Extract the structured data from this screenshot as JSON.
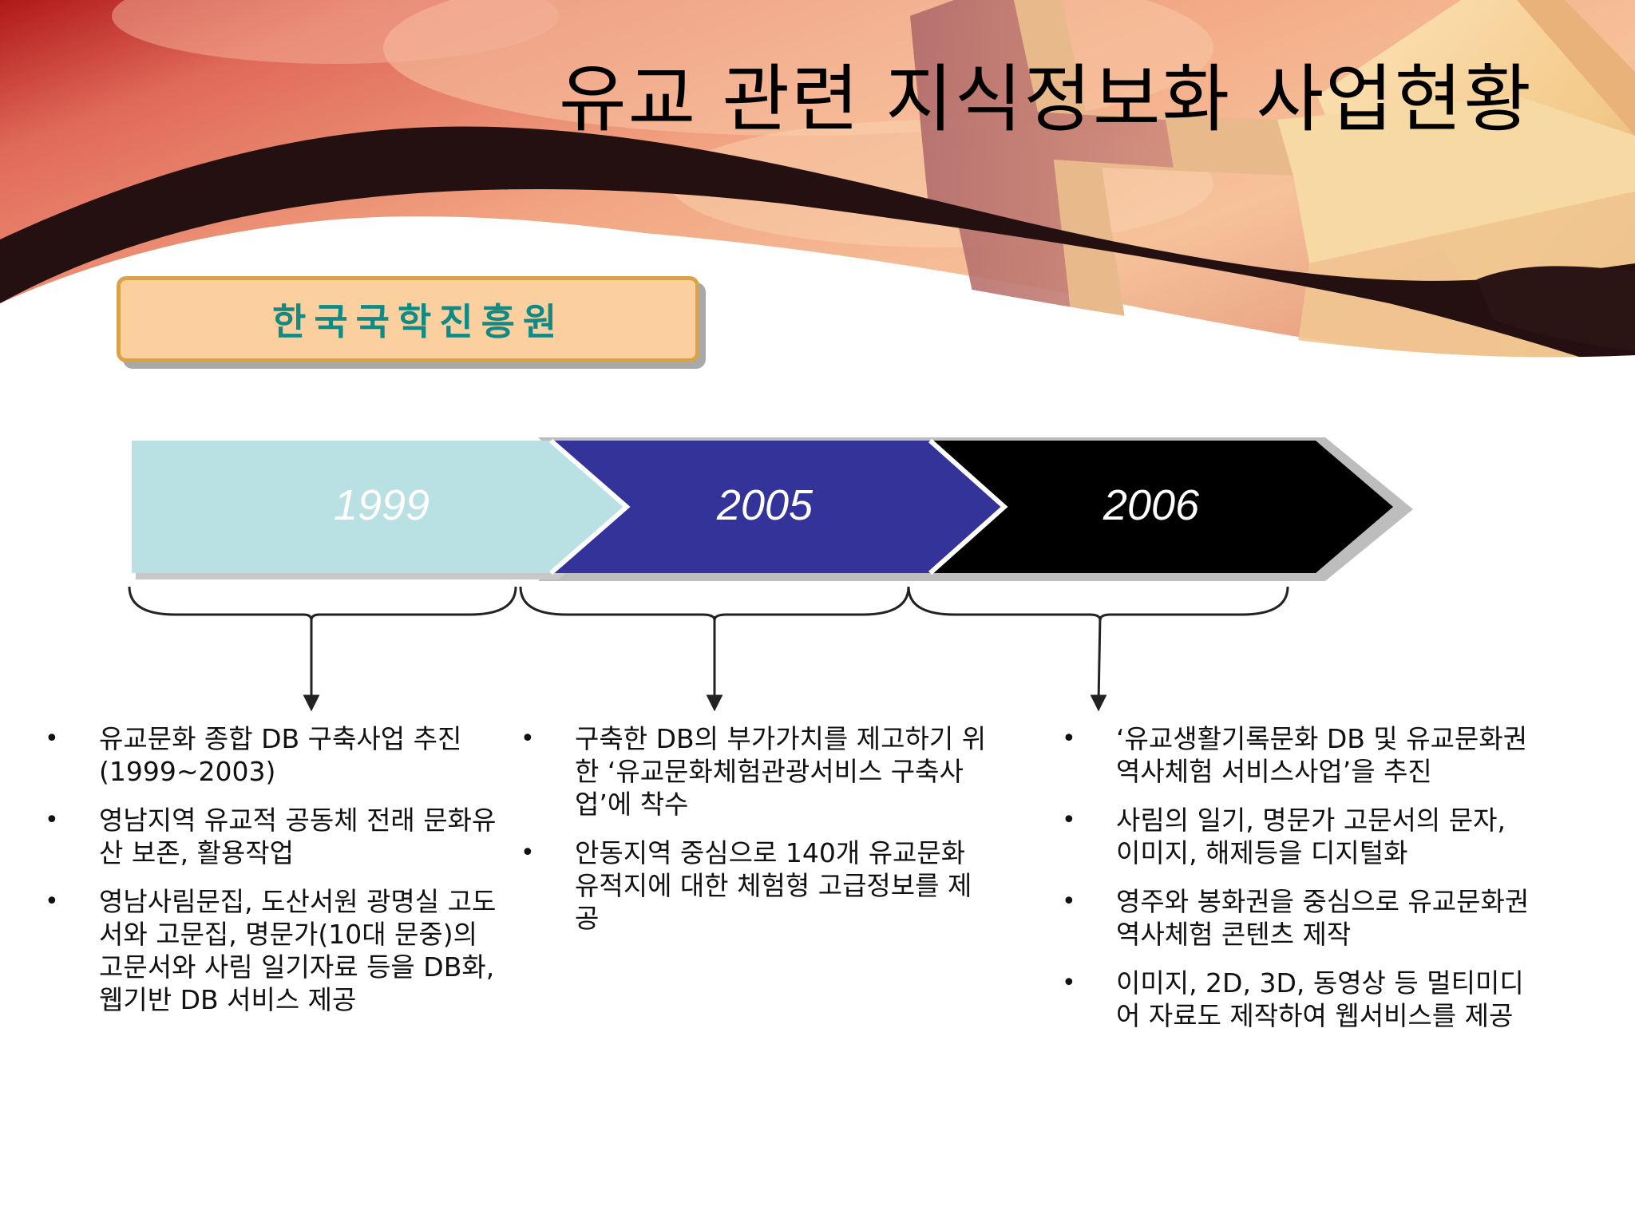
{
  "slide": {
    "title": "유교 관련 지식정보화 사업현황",
    "organization": "한국국학진흥원"
  },
  "timeline": {
    "colors": {
      "y1999": "#b9e0e2",
      "y2005": "#333399",
      "y2006": "#000000",
      "shadow": "#bdbdbd"
    },
    "stages": [
      {
        "year": "1999"
      },
      {
        "year": "2005"
      },
      {
        "year": "2006"
      }
    ]
  },
  "columns": [
    {
      "items": [
        {
          "bullet": "•",
          "text": "유교문화 종합 DB 구축사업 추진(1999~2003)"
        },
        {
          "bullet": "•",
          "text": "영남지역 유교적 공동체 전래 문화유산 보존, 활용작업"
        },
        {
          "bullet": "•",
          "text": "영남사림문집, 도산서원 광명실 고도서와 고문집, 명문가(10대 문중)의 고문서와 사림 일기자료 등을 DB화, 웹기반 DB 서비스 제공"
        }
      ]
    },
    {
      "items": [
        {
          "bullet": "•",
          "text": "구축한 DB의 부가가치를 제고하기 위한 ‘유교문화체험관광서비스 구축사업’에 착수"
        },
        {
          "bullet": "•",
          "text": "안동지역 중심으로 140개 유교문화 유적지에 대한 체험형 고급정보를 제공"
        }
      ]
    },
    {
      "items": [
        {
          "bullet": "•",
          "text": "‘유교생활기록문화 DB 및 유교문화권 역사체험 서비스사업’을 추진"
        },
        {
          "bullet": "•",
          "text": "사림의 일기, 명문가 고문서의 문자, 이미지, 해제등을 디지털화"
        },
        {
          "bullet": "•",
          "text": "영주와 봉화권을 중심으로 유교문화권 역사체험 콘텐츠 제작"
        },
        {
          "bullet": "•",
          "text": "이미지, 2D, 3D, 동영상 등 멀티미디어 자료도 제작하여 웹서비스를 제공"
        }
      ]
    }
  ]
}
